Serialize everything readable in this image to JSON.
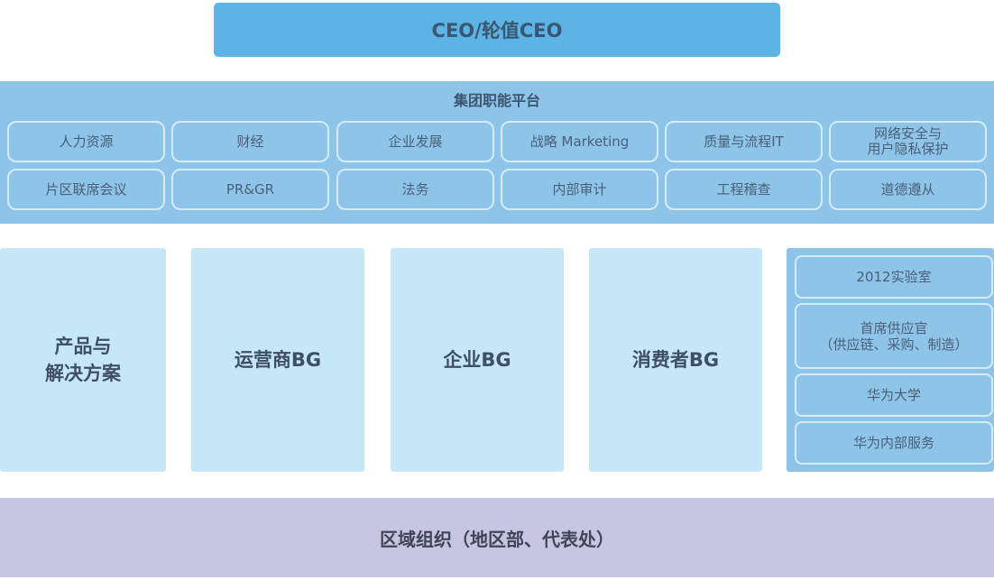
{
  "ceo": {
    "label": "CEO/轮值CEO"
  },
  "platform": {
    "title": "集团职能平台",
    "row1": [
      "人力资源",
      "财经",
      "企业发展",
      "战略 Marketing",
      "质量与流程IT",
      "网络安全与\n用户隐私保护"
    ],
    "row2": [
      "片区联席会议",
      "PR&GR",
      "法务",
      "内部审计",
      "工程稽查",
      "道德遵从"
    ]
  },
  "business_groups": [
    {
      "label": "产品与\n解决方案"
    },
    {
      "label": "运营商BG"
    },
    {
      "label": "企业BG"
    },
    {
      "label": "消费者BG"
    }
  ],
  "side_units": [
    {
      "label": "2012实验室"
    },
    {
      "label": "首席供应官\n（供应链、采购、制造）"
    },
    {
      "label": "华为大学"
    },
    {
      "label": "华为内部服务"
    }
  ],
  "region": {
    "label": "区域组织（地区部、代表处）"
  },
  "colors": {
    "ceo_bg": "#5cb3e6",
    "platform_bg": "#8dc4e8",
    "bg_column": "#c5e7f8",
    "region_bg": "#c7c5e2",
    "cell_border": "#d4ecfb"
  }
}
